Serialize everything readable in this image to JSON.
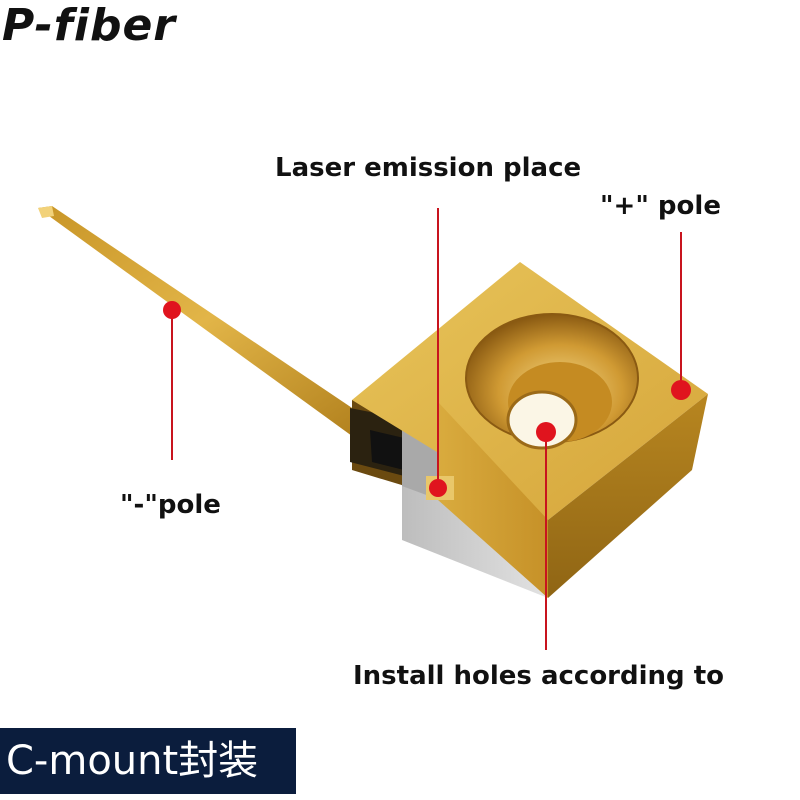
{
  "brand": "P-fiber",
  "labels": {
    "emission": "Laser emission place",
    "plus_pole": "\"+\" pole",
    "minus_pole": "\"-\"pole",
    "install_holes": "Install holes according to"
  },
  "footer": "C-mount封装",
  "colors": {
    "marker": "#e0141e",
    "footer_bg": "#0b1d3d",
    "gold": "#d9a735"
  }
}
